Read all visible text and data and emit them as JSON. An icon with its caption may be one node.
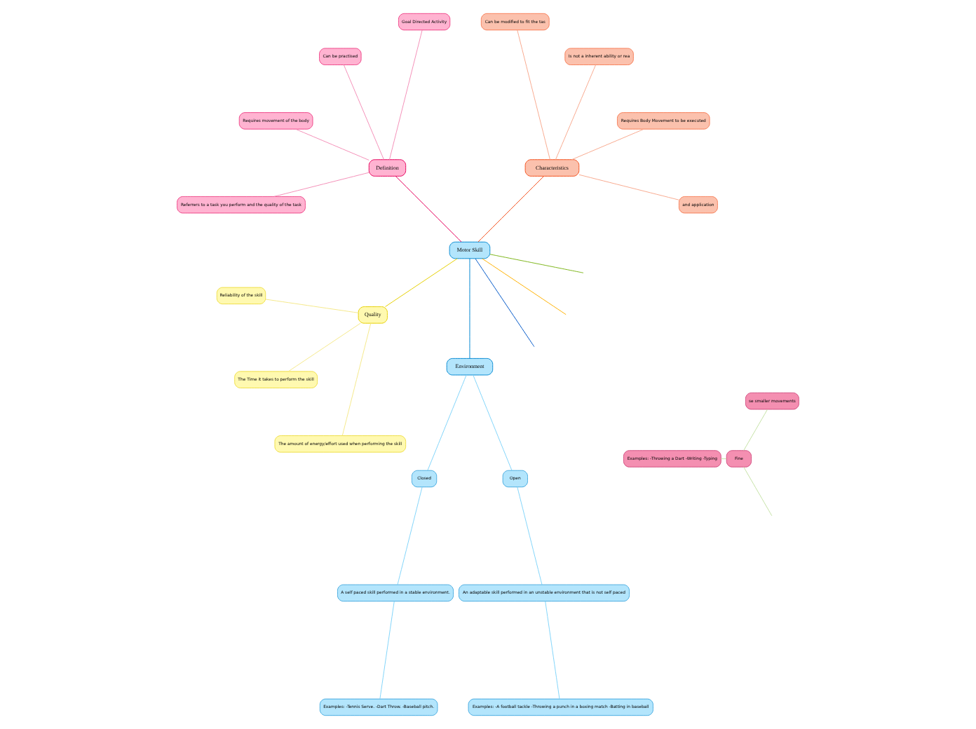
{
  "diagram": {
    "nodes": [
      {
        "text": [
          "Motor Skill"
        ]
      },
      {
        "text": [
          "Characteristics"
        ]
      },
      {
        "text": [
          "and application"
        ]
      },
      {
        "text": [
          "Requires Body Movement to be executed"
        ]
      },
      {
        "text": [
          "Is not a inherent ability or rea"
        ]
      },
      {
        "text": [
          "Can be modified to fit the tas"
        ]
      },
      {
        "text": [
          "Definition"
        ]
      },
      {
        "text": [
          "Goal Directed Activity"
        ]
      },
      {
        "text": [
          "Can be practised"
        ]
      },
      {
        "text": [
          "Requires movement of the body"
        ]
      },
      {
        "text": [
          "Referrers to a task you perform and the quality of the task"
        ]
      },
      {
        "text": [
          "Quality"
        ]
      },
      {
        "text": [
          "Reliability of the skill"
        ]
      },
      {
        "text": [
          "The Time it takes to perform the skill"
        ]
      },
      {
        "text": [
          "The amount of energy/effort used when performing the skill"
        ]
      },
      {
        "text": [
          "Environment"
        ]
      },
      {
        "text": [
          "Closed"
        ]
      },
      {
        "text": [
          "Open"
        ]
      },
      {
        "text": [
          "A self paced skill performed in a stable environment."
        ]
      },
      {
        "text": [
          "An adaptable skill performed in an unstable environment that is not self paced"
        ]
      },
      {
        "text": [
          "Examples: -Tennis Serve. -Dart Throw. -Baseball pitch."
        ]
      },
      {
        "text": [
          "Examples: -A football tackle -Throwing a punch in a boxing match -Batting in baseball"
        ]
      },
      {
        "text": [
          "Fine"
        ]
      },
      {
        "text": [
          "se smaller movements"
        ]
      },
      {
        "text": [
          "Examples: -Throwing a Dart -Writing -Typing"
        ]
      }
    ],
    "edges": [
      {
        "from": 0,
        "to": 1,
        "arrow": "none",
        "color": "#f4511e"
      },
      {
        "from": 1,
        "to": 2,
        "arrow": "none",
        "color": "#f8a98f"
      },
      {
        "from": 1,
        "to": 3,
        "arrow": "none",
        "color": "#f8a98f"
      },
      {
        "from": 1,
        "to": 4,
        "arrow": "none",
        "color": "#f8a98f"
      },
      {
        "from": 1,
        "to": 5,
        "arrow": "none",
        "color": "#f8a98f"
      },
      {
        "from": 0,
        "to": 6,
        "arrow": "none",
        "color": "#e6005c"
      },
      {
        "from": 6,
        "to": 7,
        "arrow": "none",
        "color": "#f48fb8"
      },
      {
        "from": 6,
        "to": 8,
        "arrow": "none",
        "color": "#f48fb8"
      },
      {
        "from": 6,
        "to": 9,
        "arrow": "none",
        "color": "#f48fb8"
      },
      {
        "from": 6,
        "to": 10,
        "arrow": "none",
        "color": "#f48fb8"
      },
      {
        "from": 0,
        "to": 11,
        "arrow": "none",
        "color": "#e6cf00"
      },
      {
        "from": 11,
        "to": 12,
        "arrow": "none",
        "color": "#f5e98a"
      },
      {
        "from": 11,
        "to": 13,
        "arrow": "none",
        "color": "#f5e98a"
      },
      {
        "from": 11,
        "to": 14,
        "arrow": "none",
        "color": "#f5e98a"
      },
      {
        "from": 0,
        "to": 15,
        "arrow": "none",
        "color": "#0288d1"
      },
      {
        "from": 15,
        "to": 16,
        "arrow": "none",
        "color": "#81d4fa"
      },
      {
        "from": 15,
        "to": 17,
        "arrow": "none",
        "color": "#81d4fa"
      },
      {
        "from": 16,
        "to": 18,
        "arrow": "none",
        "color": "#81d4fa"
      },
      {
        "from": 17,
        "to": 19,
        "arrow": "none",
        "color": "#81d4fa"
      },
      {
        "from": 18,
        "to": 20,
        "arrow": "none",
        "color": "#81d4fa"
      },
      {
        "from": 19,
        "to": 21,
        "arrow": "none",
        "color": "#81d4fa"
      },
      {
        "from": 0,
        "to": null,
        "arrow": "none",
        "color": "#0057c8"
      },
      {
        "from": 0,
        "to": null,
        "arrow": "none",
        "color": "#ffb000"
      },
      {
        "from": 0,
        "to": null,
        "arrow": "none",
        "color": "#7cb518"
      },
      {
        "from": null,
        "to": 22,
        "arrow": "none",
        "color": "#c5e1a5"
      },
      {
        "from": 22,
        "to": 23,
        "arrow": "none",
        "color": "#c5e1a5"
      },
      {
        "from": 22,
        "to": 24,
        "arrow": "none",
        "color": "#c5e1a5"
      }
    ]
  }
}
